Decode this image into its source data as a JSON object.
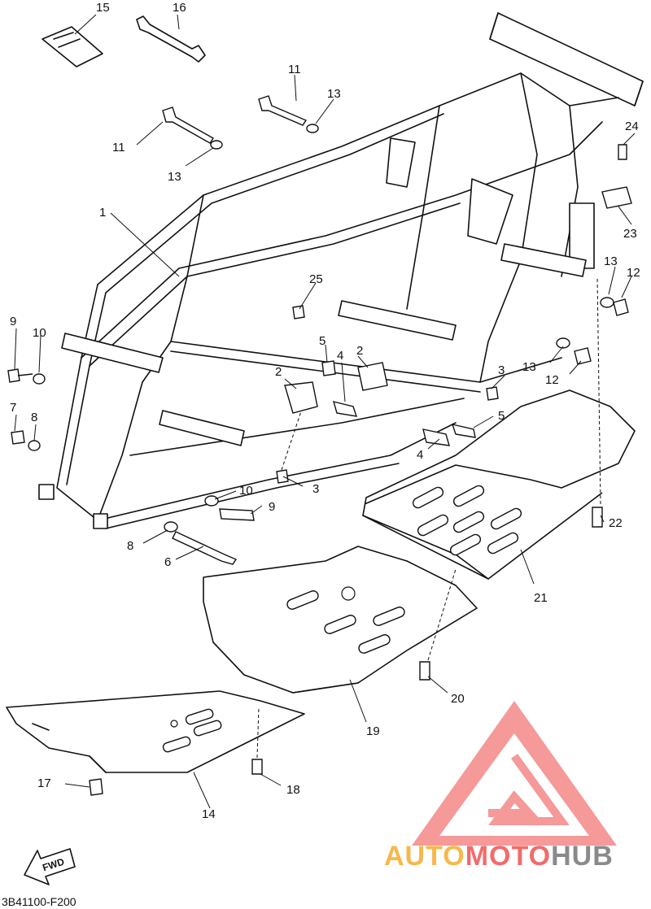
{
  "diagram": {
    "code": "3B41100-F200",
    "fwd_label": "FWD",
    "callouts": [
      "1",
      "2",
      "2",
      "3",
      "3",
      "4",
      "4",
      "5",
      "5",
      "6",
      "7",
      "8",
      "8",
      "9",
      "9",
      "10",
      "10",
      "11",
      "11",
      "12",
      "12",
      "13",
      "13",
      "13",
      "14",
      "15",
      "16",
      "17",
      "18",
      "19",
      "20",
      "21",
      "22",
      "23",
      "24",
      "25"
    ]
  },
  "watermark": {
    "part1": "AUTO",
    "part2": "MOTO",
    "part3": "HUB",
    "colors": {
      "auto": "#f7b84a",
      "moto": "#f26b6b",
      "hub": "#8a8a8a",
      "triangle": "#f48f8f"
    }
  }
}
